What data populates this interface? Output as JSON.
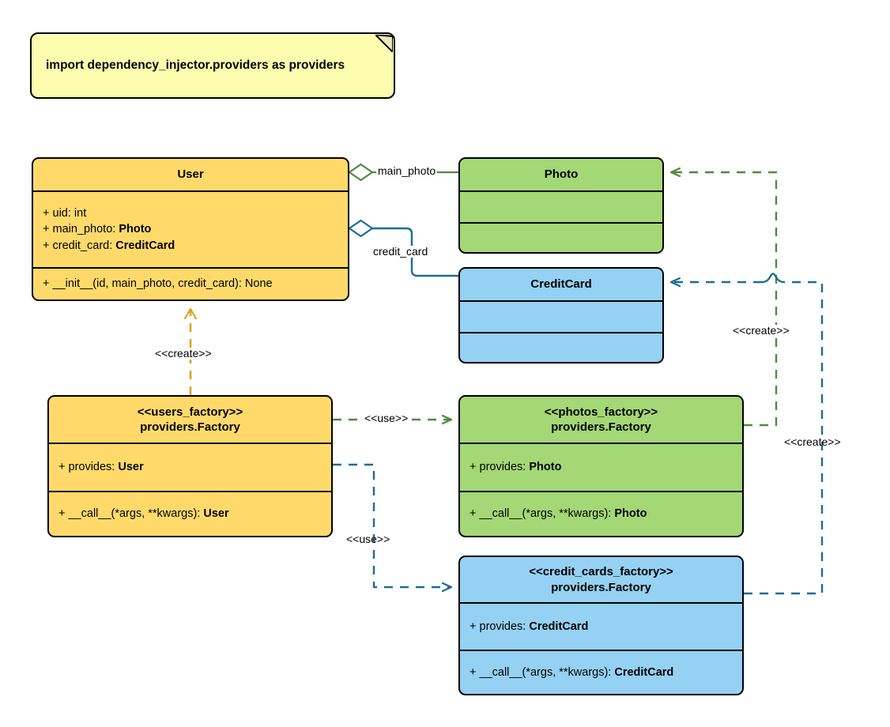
{
  "diagram": {
    "type": "uml-class-diagram",
    "title": "dependency_injector providers Factory class diagram",
    "colors": {
      "yellow_fill": "#ffda6b",
      "green_fill": "#a4d775",
      "blue_fill": "#95d1f2",
      "note_fill": "#fdfdaf",
      "border": "#000000",
      "green_edge": "#4f8a3d",
      "blue_edge": "#1b6d96",
      "orange_edge": "#d9a528"
    }
  },
  "note": {
    "text": "import dependency_injector.providers as providers"
  },
  "classes": {
    "user": {
      "name": "User",
      "attributes": [
        {
          "prefix": "+ ",
          "label": "uid: ",
          "type": "int",
          "type_bold": false
        },
        {
          "prefix": "+ ",
          "label": "main_photo: ",
          "type": "Photo",
          "type_bold": true
        },
        {
          "prefix": "+ ",
          "label": "credit_card: ",
          "type": "CreditCard",
          "type_bold": true
        }
      ],
      "methods": [
        {
          "prefix": "+ ",
          "label": "__init__(id, main_photo, credit_card): ",
          "type": "None",
          "type_bold": false
        }
      ]
    },
    "photo": {
      "name": "Photo",
      "attributes": [],
      "methods": []
    },
    "credit_card": {
      "name": "CreditCard",
      "attributes": [],
      "methods": []
    },
    "users_factory": {
      "stereotype": "<<users_factory>>",
      "name": "providers.Factory",
      "attributes": [
        {
          "prefix": "+ ",
          "label": "provides: ",
          "type": "User",
          "type_bold": true
        }
      ],
      "methods": [
        {
          "prefix": "+ ",
          "label": "__call__(*args, **kwargs): ",
          "type": "User",
          "type_bold": true
        }
      ]
    },
    "photos_factory": {
      "stereotype": "<<photos_factory>>",
      "name": "providers.Factory",
      "attributes": [
        {
          "prefix": "+ ",
          "label": "provides: ",
          "type": "Photo",
          "type_bold": true
        }
      ],
      "methods": [
        {
          "prefix": "+ ",
          "label": "__call__(*args, **kwargs): ",
          "type": "Photo",
          "type_bold": true
        }
      ]
    },
    "credit_cards_factory": {
      "stereotype": "<<credit_cards_factory>>",
      "name": "providers.Factory",
      "attributes": [
        {
          "prefix": "+ ",
          "label": "provides: ",
          "type": "CreditCard",
          "type_bold": true
        }
      ],
      "methods": [
        {
          "prefix": "+ ",
          "label": "__call__(*args, **kwargs): ",
          "type": "CreditCard",
          "type_bold": true
        }
      ]
    }
  },
  "edges": {
    "main_photo_label": "main_photo",
    "credit_card_label": "credit_card",
    "create_user_label": "<<create>>",
    "use_photos_label": "<<use>>",
    "use_credit_cards_label": "<<use>>",
    "create_photo_label": "<<create>>",
    "create_credit_card_label": "<<create>>"
  }
}
